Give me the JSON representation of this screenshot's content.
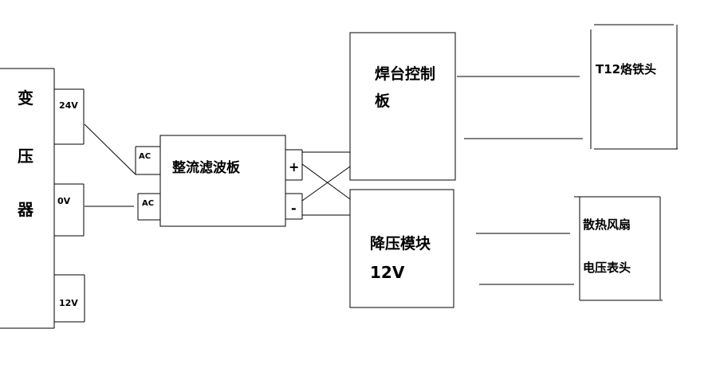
{
  "transformer": {
    "chars": [
      "变",
      "压",
      "器"
    ]
  },
  "taps": {
    "v24": "24V",
    "v0": "0V",
    "v12": "12V"
  },
  "rectifier": {
    "label": "整流滤波板",
    "ac1": "AC",
    "ac2": "AC",
    "plus": "+",
    "minus": "-"
  },
  "controller": {
    "line1": "焊台控制",
    "line2": "板"
  },
  "buck": {
    "line1": "降压模块",
    "line2": "12V"
  },
  "iron": {
    "label": "T12烙铁头"
  },
  "loads": {
    "fan": "散热风扇",
    "meter": "电压表头"
  }
}
